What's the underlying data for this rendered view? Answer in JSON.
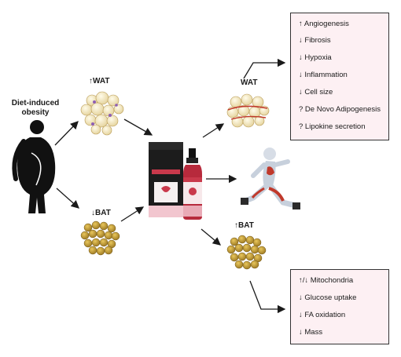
{
  "left": {
    "condition_label": "Diet-induced obesity",
    "wat_label": "↑WAT",
    "bat_label": "↓BAT"
  },
  "right": {
    "wat_label": "WAT",
    "bat_label": "↑BAT"
  },
  "wat_effects": [
    "↑ Angiogenesis",
    "↓ Fibrosis",
    "↓ Hypoxia",
    "↓ Inflammation",
    "↓ Cell size",
    "? De Novo Adipogenesis",
    "? Lipokine secretion"
  ],
  "bat_effects": [
    "↑/↓ Mitochondria",
    "↓ Glucose uptake",
    "↓ FA oxidation",
    "↓ Mass"
  ],
  "colors": {
    "box_fill": "#fdf0f3",
    "wat_cell": "#f3e7c2",
    "bat_cell": "#c9a233",
    "bottle": "#c9394b"
  }
}
